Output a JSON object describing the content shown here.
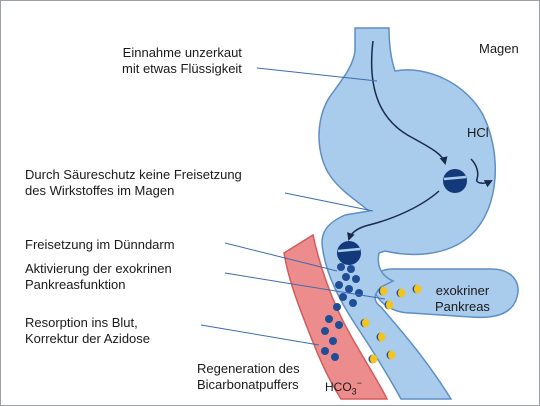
{
  "colors": {
    "organ_fill": "#a9cbec",
    "organ_stroke": "#5f8fc4",
    "blood_fill": "#ec8c8c",
    "blood_stroke": "#d45b5b",
    "capsule_dark": "#14397a",
    "bead_dark": "#1f4d96",
    "bicarbonate_yellow": "#f2c51e",
    "leader_line": "#3b6db0",
    "arrow": "#1a2a4a"
  },
  "labels": {
    "intake_line1": "Einnahme unzerkaut",
    "intake_line2": "mit etwas Flüssigkeit",
    "stomach": "Magen",
    "hcl": "HCl",
    "acid_line1": "Durch Säureschutz keine Freisetzung",
    "acid_line2": "des Wirkstoffes im Magen",
    "release": "Freisetzung im Dünndarm",
    "activation_line1": "Aktivierung der exokrinen",
    "activation_line2": "Pankreasfunktion",
    "resorption_line1": "Resorption ins Blut,",
    "resorption_line2": "Korrektur der Azidose",
    "pancreas_line1": "exokriner",
    "pancreas_line2": "Pankreas",
    "regeneration_line1": "Regeneration des",
    "regeneration_line2": "Bicarbonatpuffers",
    "hco3_base": "HCO",
    "hco3_sub": "3",
    "hco3_sup": "−"
  },
  "icons": [
    "capsule-icon",
    "bicarbonate-bead-icon",
    "enzyme-bead-icon"
  ]
}
